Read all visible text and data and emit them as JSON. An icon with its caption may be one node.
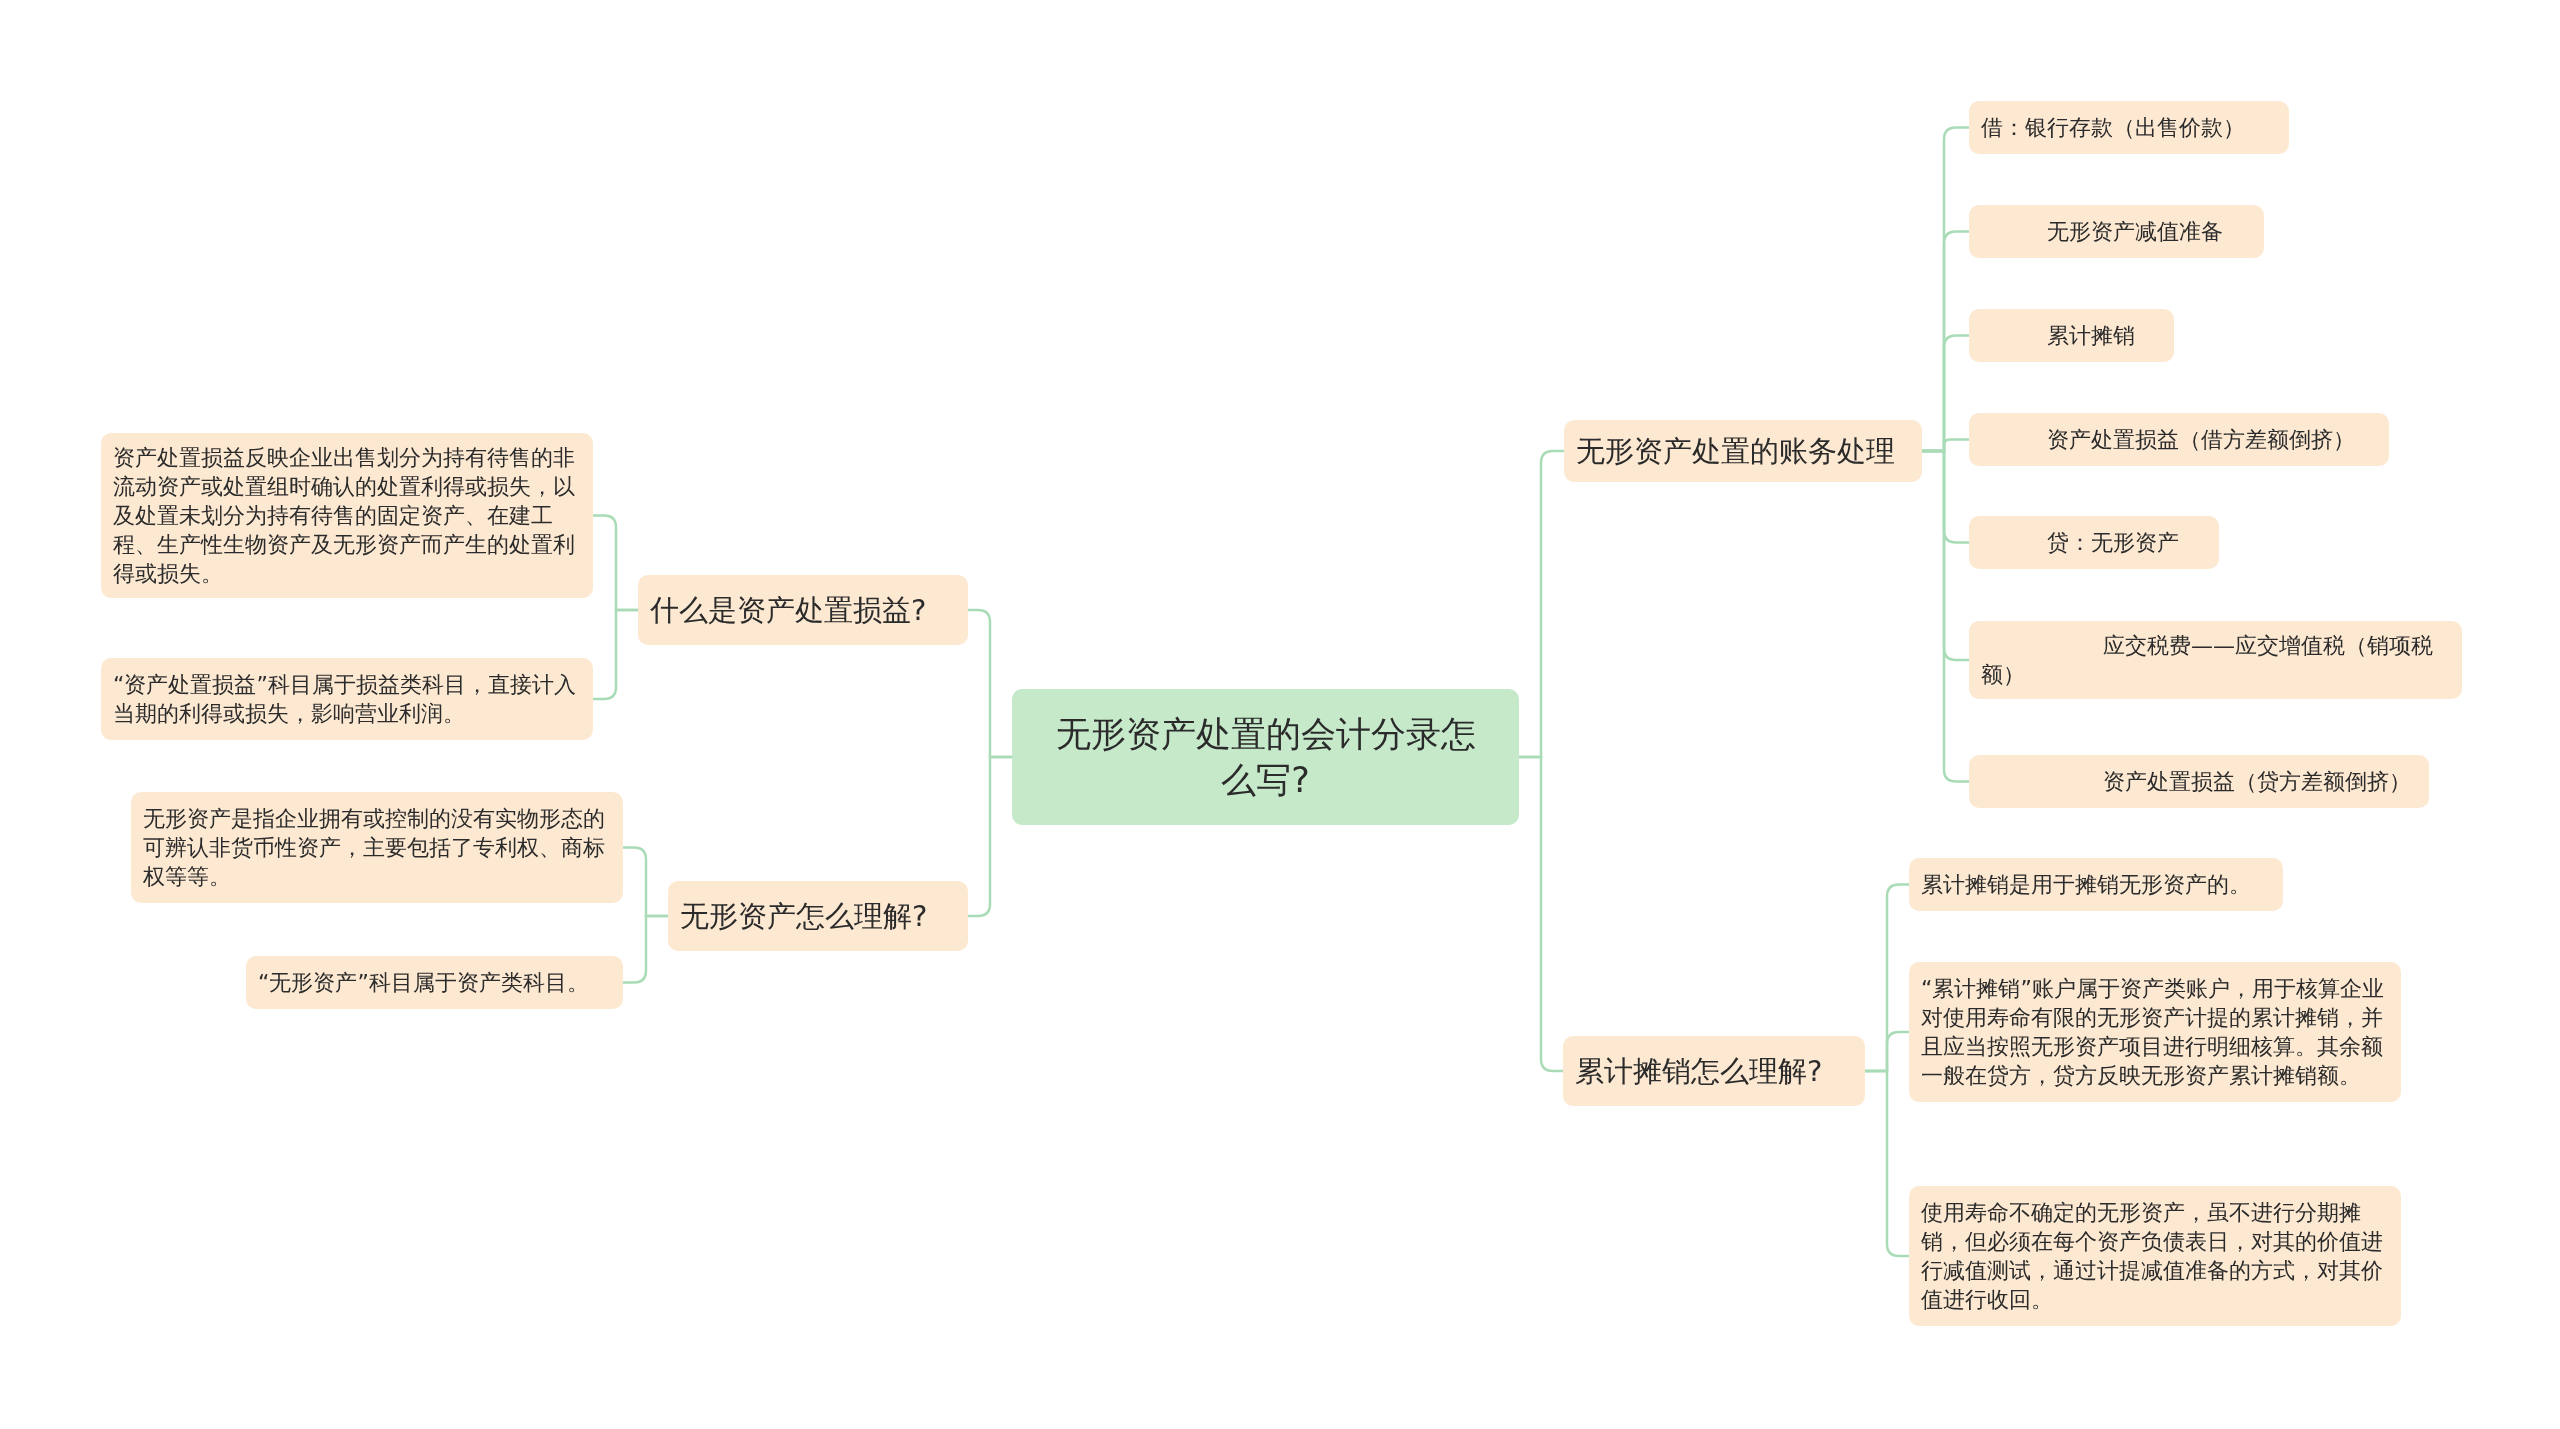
{
  "diagram": {
    "nodes": [
      {
        "text": [
          "无形资产处置的会计分录怎么写?"
        ]
      },
      {
        "text": [
          "无形资产处置的账务处理"
        ]
      },
      {
        "text": [
          "借：银行存款（出售价款）"
        ]
      },
      {
        "text": [
          "无形资产减值准备"
        ]
      },
      {
        "text": [
          "累计摊销"
        ]
      },
      {
        "text": [
          "资产处置损益（借方差额倒挤）"
        ]
      },
      {
        "text": [
          "贷：无形资产"
        ]
      },
      {
        "text": [
          "应交税费——应交增值税（销项税额）"
        ]
      },
      {
        "text": [
          "资产处置损益（贷方差额倒挤）"
        ]
      },
      {
        "text": [
          "累计摊销怎么理解?"
        ]
      },
      {
        "text": [
          "累计摊销是用于摊销无形资产的。"
        ]
      },
      {
        "text": [
          "“累计摊销”账户属于资产类账户，用于核算企业对使用寿命有限的无形资产计提的累计摊销，并且应当按照无形资产项目进行明细核算。其余额一般在贷方，贷方反映无形资产累计摊销额。"
        ]
      },
      {
        "text": [
          "使用寿命不确定的无形资产，虽不进行分期摊销，但必须在每个资产负债表日，对其的价值进行减值测试，通过计提减值准备的方式，对其价值进行收回。"
        ]
      },
      {
        "text": [
          "什么是资产处置损益?"
        ]
      },
      {
        "text": [
          "资产处置损益反映企业出售划分为持有待售的非流动资产或处置组时确认的处置利得或损失，以及处置未划分为持有待售的固定资产、在建工程、生产性生物资产及无形资产而产生的处置利得或损失。"
        ]
      },
      {
        "text": [
          "“资产处置损益”科目属于损益类科目，直接计入当期的利得或损失，影响营业利润。"
        ]
      },
      {
        "text": [
          "无形资产怎么理解?"
        ]
      },
      {
        "text": [
          "无形资产是指企业拥有或控制的没有实物形态的可辨认非货币性资产，主要包括了专利权、商标权等等。"
        ]
      },
      {
        "text": [
          "“无形资产”科目属于资产类科目。"
        ]
      }
    ],
    "edges": [
      {
        "from": 0,
        "to": 1,
        "arrow": "none"
      },
      {
        "from": 1,
        "to": 2,
        "arrow": "none"
      },
      {
        "from": 1,
        "to": 3,
        "arrow": "none"
      },
      {
        "from": 1,
        "to": 4,
        "arrow": "none"
      },
      {
        "from": 1,
        "to": 5,
        "arrow": "none"
      },
      {
        "from": 1,
        "to": 6,
        "arrow": "none"
      },
      {
        "from": 1,
        "to": 7,
        "arrow": "none"
      },
      {
        "from": 1,
        "to": 8,
        "arrow": "none"
      },
      {
        "from": 0,
        "to": 9,
        "arrow": "none"
      },
      {
        "from": 9,
        "to": 10,
        "arrow": "none"
      },
      {
        "from": 9,
        "to": 11,
        "arrow": "none"
      },
      {
        "from": 9,
        "to": 12,
        "arrow": "none"
      },
      {
        "from": 0,
        "to": 13,
        "arrow": "none"
      },
      {
        "from": 13,
        "to": 14,
        "arrow": "none"
      },
      {
        "from": 13,
        "to": 15,
        "arrow": "none"
      },
      {
        "from": 0,
        "to": 16,
        "arrow": "none"
      },
      {
        "from": 16,
        "to": 17,
        "arrow": "none"
      },
      {
        "from": 16,
        "to": 18,
        "arrow": "none"
      }
    ]
  }
}
